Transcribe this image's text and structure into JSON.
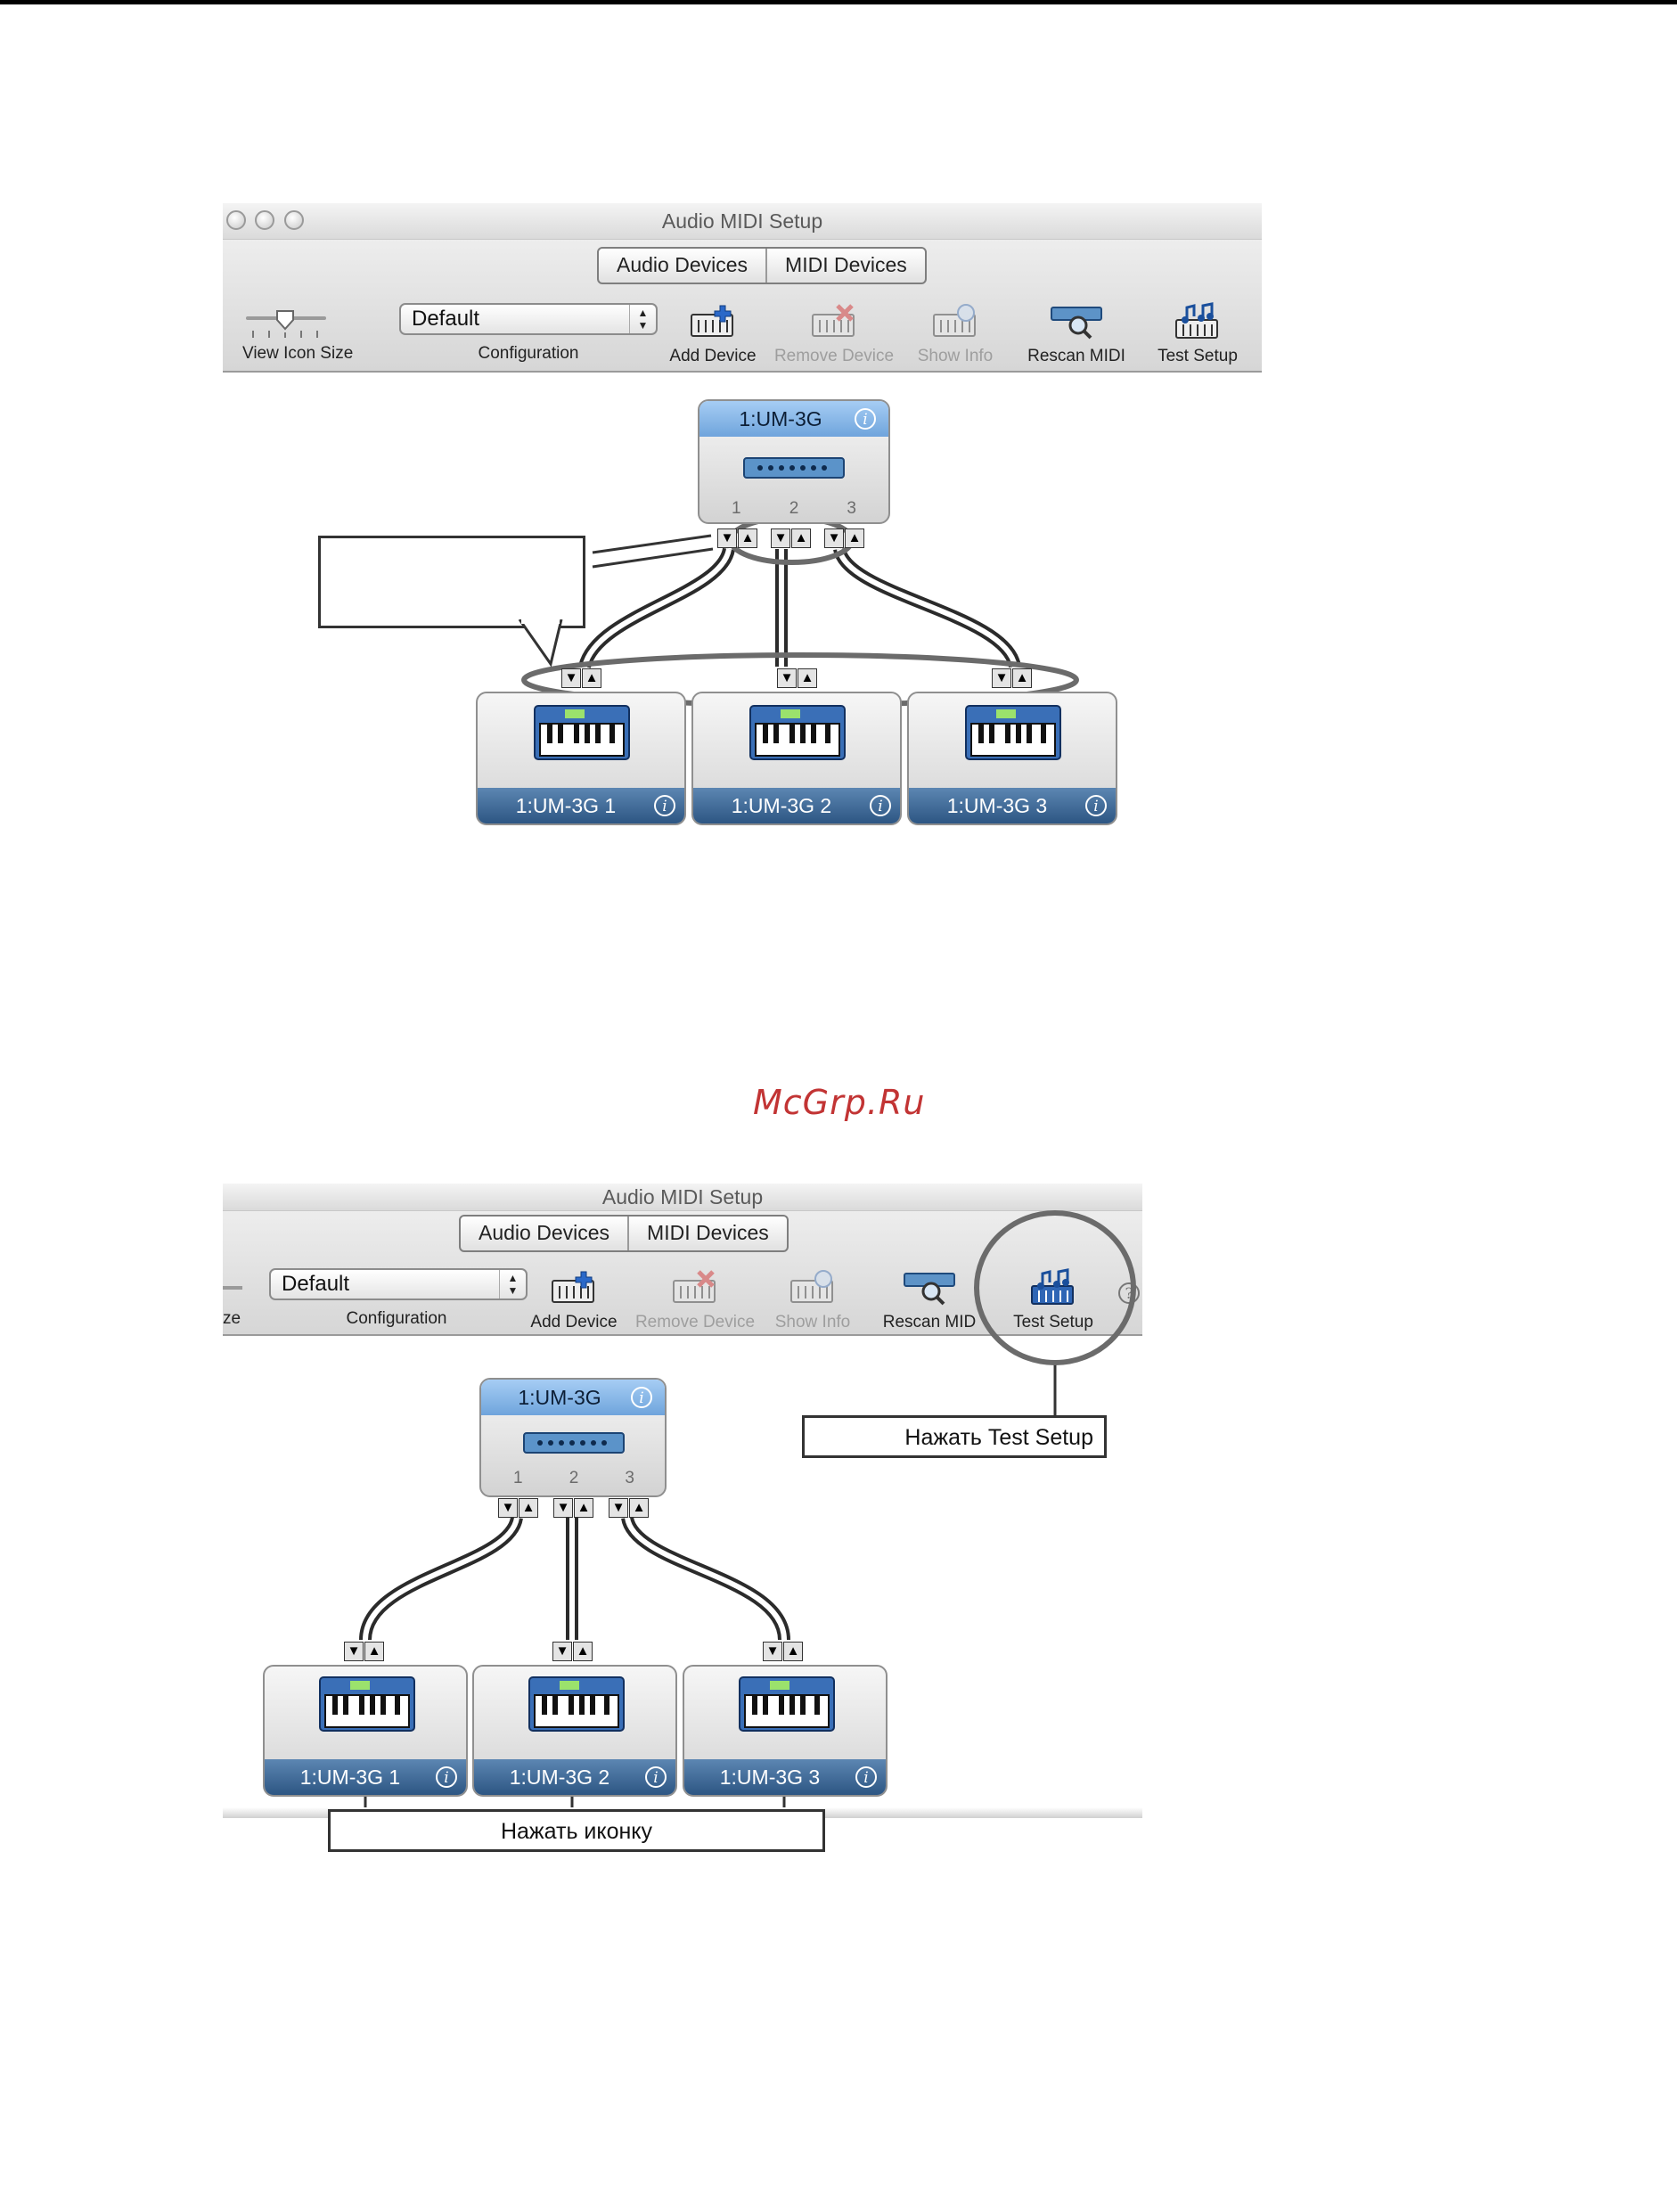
{
  "window": {
    "title": "Audio MIDI Setup"
  },
  "tabs": [
    {
      "label": "Audio Devices"
    },
    {
      "label": "MIDI Devices"
    }
  ],
  "toolbar": {
    "view_icon_size_label": "View Icon Size",
    "view_icon_size_label_cut": "ze",
    "configuration": {
      "value": "Default",
      "label": "Configuration"
    },
    "add_device": "Add Device",
    "remove_device": "Remove Device",
    "show_info": "Show Info",
    "rescan_midi": "Rescan MIDI",
    "rescan_midi_cut": "Rescan MID",
    "test_setup": "Test Setup"
  },
  "interface": {
    "name": "1:UM-3G",
    "ports": [
      "1",
      "2",
      "3"
    ]
  },
  "devices": [
    {
      "name": "1:UM-3G 1"
    },
    {
      "name": "1:UM-3G 2"
    },
    {
      "name": "1:UM-3G 3"
    }
  ],
  "jack": {
    "in": "▼",
    "out": "▲"
  },
  "info_glyph": "i",
  "callouts": {
    "first": "",
    "test_setup": "Нажать Test Setup",
    "icon": "Нажать иконку"
  },
  "watermark": "McGrp.Ru",
  "colors": {
    "interface_header": "#8bbbe9",
    "device_footer": "#3f6a97",
    "watermark": "#c23434",
    "highlight_ring": "#6b6b6b"
  },
  "icons": {
    "add_device": "keyboard-plus-icon",
    "remove_device": "keyboard-x-icon",
    "show_info": "keyboard-info-icon",
    "rescan_midi": "interface-magnifier-icon",
    "test_setup": "keyboard-music-note-icon",
    "device": "midi-keyboard-icon",
    "interface": "midi-interface-icon"
  }
}
